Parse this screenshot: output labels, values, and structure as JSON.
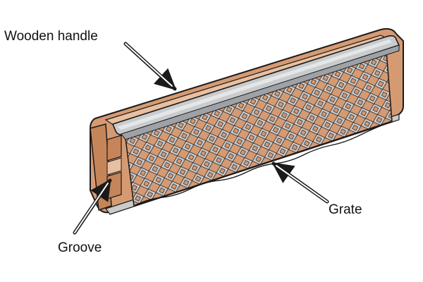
{
  "labels": {
    "wooden_handle": "Wooden handle",
    "grate": "Grate",
    "groove": "Groove"
  },
  "colors": {
    "wood": "#d69a72",
    "wood_shade": "#c68558",
    "wood_light": "#e8bfa0",
    "metal": "#c9cbcd",
    "metal_light": "#e4e6e8",
    "metal_dark": "#9ea2a6",
    "outline": "#1a1a1a"
  }
}
